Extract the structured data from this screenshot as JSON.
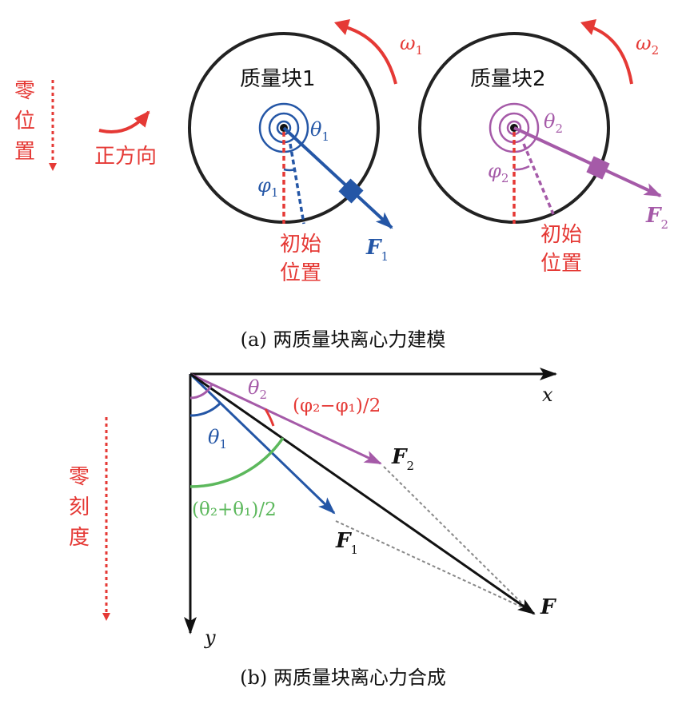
{
  "colors": {
    "red": "#e53935",
    "blue": "#2456a6",
    "purple": "#a55aa8",
    "green": "#5cb85c",
    "black": "#111111",
    "gray": "#888888"
  },
  "panel_a": {
    "caption": "(a) 两质量块离心力建模",
    "zero_position": [
      "零",
      "位",
      "置"
    ],
    "positive_direction": "正方向",
    "mass1": {
      "label": "质量块1",
      "omega": "ω",
      "omega_sub": "1",
      "theta": "θ",
      "theta_sub": "1",
      "phi": "φ",
      "phi_sub": "1",
      "force": "F",
      "force_sub": "1",
      "initial": [
        "初始",
        "位置"
      ]
    },
    "mass2": {
      "label": "质量块2",
      "omega": "ω",
      "omega_sub": "2",
      "theta": "θ",
      "theta_sub": "2",
      "phi": "φ",
      "phi_sub": "2",
      "force": "F",
      "force_sub": "2",
      "initial": [
        "初始",
        "位置"
      ]
    }
  },
  "panel_b": {
    "caption": "(b) 两质量块离心力合成",
    "zero_scale": [
      "零",
      "刻",
      "度"
    ],
    "x_axis": "x",
    "y_axis": "y",
    "theta2": "θ",
    "theta2_sub": "2",
    "theta1": "θ",
    "theta1_sub": "1",
    "diff_angle": "(φ₂−φ₁)/2",
    "sum_angle": "(θ₂+θ₁)/2",
    "f1": "F",
    "f1_sub": "1",
    "f2": "F",
    "f2_sub": "2",
    "f": "F"
  }
}
